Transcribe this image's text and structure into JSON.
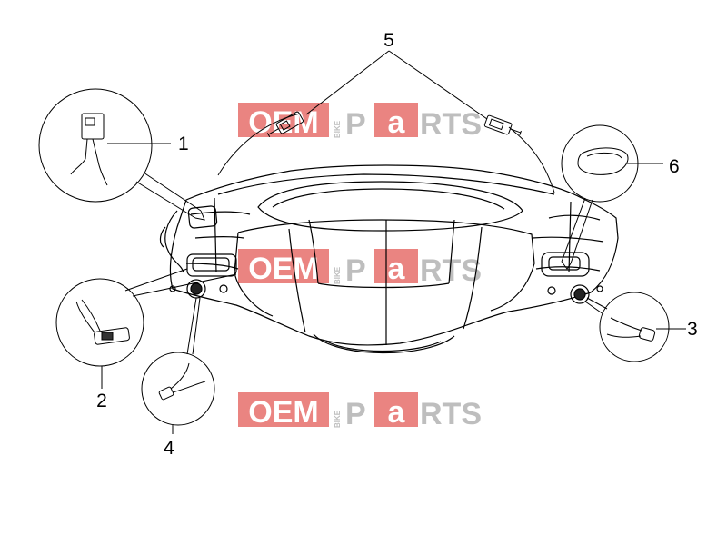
{
  "callouts": [
    {
      "id": "1",
      "label": "1"
    },
    {
      "id": "2",
      "label": "2"
    },
    {
      "id": "3",
      "label": "3"
    },
    {
      "id": "4",
      "label": "4"
    },
    {
      "id": "5",
      "label": "5"
    },
    {
      "id": "6",
      "label": "6"
    }
  ],
  "watermark": {
    "oem": "OEM",
    "bike": "BIKE",
    "p": "P",
    "a": "a",
    "rts": "RTS"
  },
  "colors": {
    "line": "#000000",
    "oem_red": "#d9201c",
    "gray": "#8a8a8a"
  }
}
